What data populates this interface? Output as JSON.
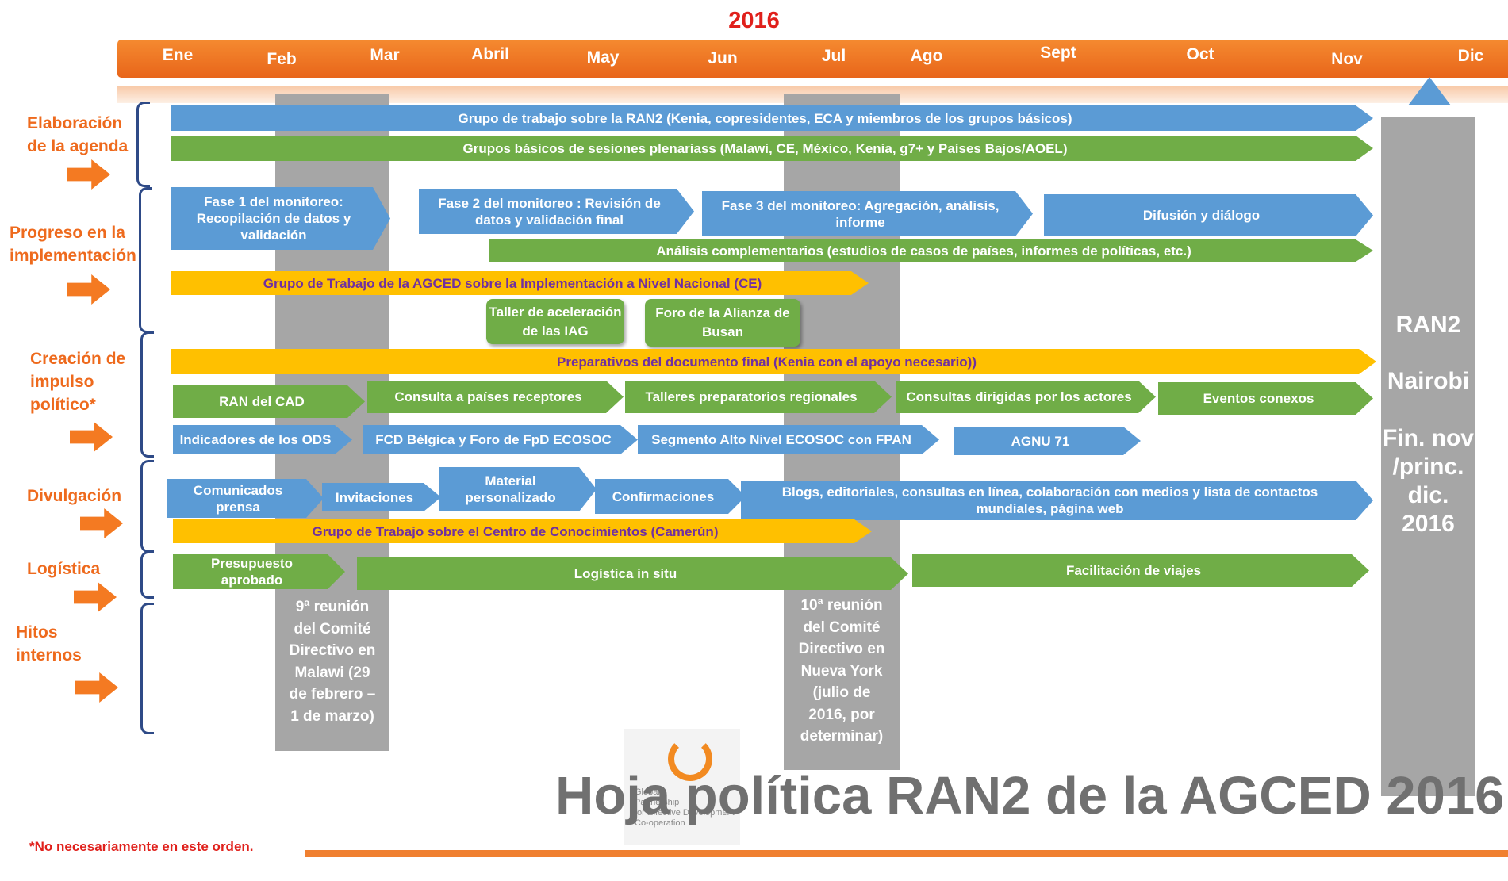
{
  "title": "Hoja política RAN2 de la AGCED 2016",
  "year": "2016",
  "months": [
    "Ene",
    "Feb",
    "Mar",
    "Abril",
    "May",
    "Jun",
    "Jul",
    "Ago",
    "Sept",
    "Oct",
    "Nov",
    "Dic"
  ],
  "sections": {
    "agenda": "Elaboración de la agenda",
    "progress": "Progreso en la implementación",
    "political": "Creación de impulso político*",
    "outreach": "Divulgación",
    "logistics": "Logística",
    "milestones": "Hitos internos"
  },
  "bars": {
    "working_group": "Grupo de trabajo sobre la RAN2 (Kenia, copresidentes, ECA y miembros de los grupos básicos)",
    "core_groups": "Grupos básicos de sesiones plenariass (Malawi, CE, México, Kenia, g7+ y Países Bajos/AOEL)",
    "phase1": "Fase 1 del monitoreo: Recopilación de datos y validación",
    "phase2": "Fase 2 del monitoreo : Revisión de datos y validación final",
    "phase3": "Fase 3 del monitoreo: Agregación, análisis, informe",
    "diffusion": "Difusión y diálogo",
    "complementary": "Análisis complementarios (estudios de casos de países, informes de políticas, etc.)",
    "agced_group": "Grupo de Trabajo de la AGCED sobre la Implementación a Nivel Nacional (CE)",
    "iag_workshop": "Taller de aceleración de las IAG",
    "busan_forum": "Foro de la Alianza de Busan",
    "final_doc": "Preparativos del documento final (Kenia con el apoyo necesario))",
    "ran_cad": "RAN del CAD",
    "consulta": "Consulta a países receptores",
    "talleres": "Talleres preparatorios regionales",
    "consultas_actores": "Consultas dirigidas por los actores",
    "eventos": "Eventos conexos",
    "ods": "Indicadores de los ODS",
    "fcd": "FCD Bélgica  y Foro de FpD ECOSOC",
    "segmento": "Segmento Alto Nivel ECOSOC con FPAN",
    "agnu": "AGNU 71",
    "comunicados": "Comunicados prensa",
    "invitaciones": "Invitaciones",
    "material": "Material personalizado",
    "confirmaciones": "Confirmaciones",
    "blogs": "Blogs, editoriales,  consultas en línea, colaboración  con medios y lista de contactos mundiales, página web",
    "knowledge": "Grupo de Trabajo sobre el Centro de Conocimientos (Camerún)",
    "presupuesto": "Presupuesto aprobado",
    "logistica": "Logística in situ",
    "viajes": "Facilitación de viajes"
  },
  "milestones": {
    "ninth": "9ª reunión\ndel Comité\nDirectivo en\nMalawi (29\nde febrero –\n1 de marzo)",
    "tenth": "10ª reunión\ndel Comité\nDirectivo en\nNueva York\n(julio de\n2016, por\ndeterminar)"
  },
  "ran2": {
    "line1": "RAN2",
    "line2": "Nairobi",
    "line3": "Fin. nov",
    "line4": "/princ.",
    "line5": "dic.",
    "line6": "2016"
  },
  "logo": {
    "text": "Global\nPartnership\nfor Effective Development\nCo-operation"
  },
  "footnote": "*No necesariamente en este orden.",
  "colors": {
    "orange": "#f47a22",
    "blue": "#5b9bd5",
    "green": "#70ad47",
    "yellow": "#ffc000",
    "purple_text": "#7030a0",
    "gray": "#a6a6a6",
    "red": "#e0201b"
  }
}
